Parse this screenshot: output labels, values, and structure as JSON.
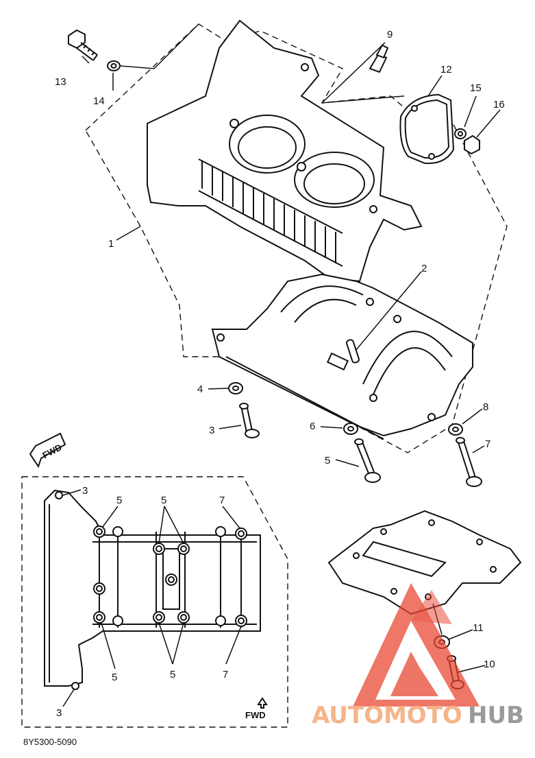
{
  "callouts": {
    "c1": "1",
    "c2": "2",
    "c3a": "3",
    "c3b": "3",
    "c3c": "3",
    "c4": "4",
    "c5a": "5",
    "c5b": "5",
    "c5c": "5",
    "c5d": "5",
    "c5e": "5",
    "c6": "6",
    "c7a": "7",
    "c7b": "7",
    "c7c": "7",
    "c8": "8",
    "c9": "9",
    "c10": "10",
    "c11": "11",
    "c12": "12",
    "c13": "13",
    "c14": "14",
    "c15": "15",
    "c16": "16"
  },
  "fwd_labels": {
    "arrow": "FWD",
    "inset": "FWD"
  },
  "diagram_code": "8Y5300-5090",
  "watermark": {
    "part1": "AUTOMOTO",
    "part2": "HUB",
    "color_accent": "#e8432e",
    "color_text": "#f5b48a",
    "color_text2": "#9a9a9a"
  }
}
